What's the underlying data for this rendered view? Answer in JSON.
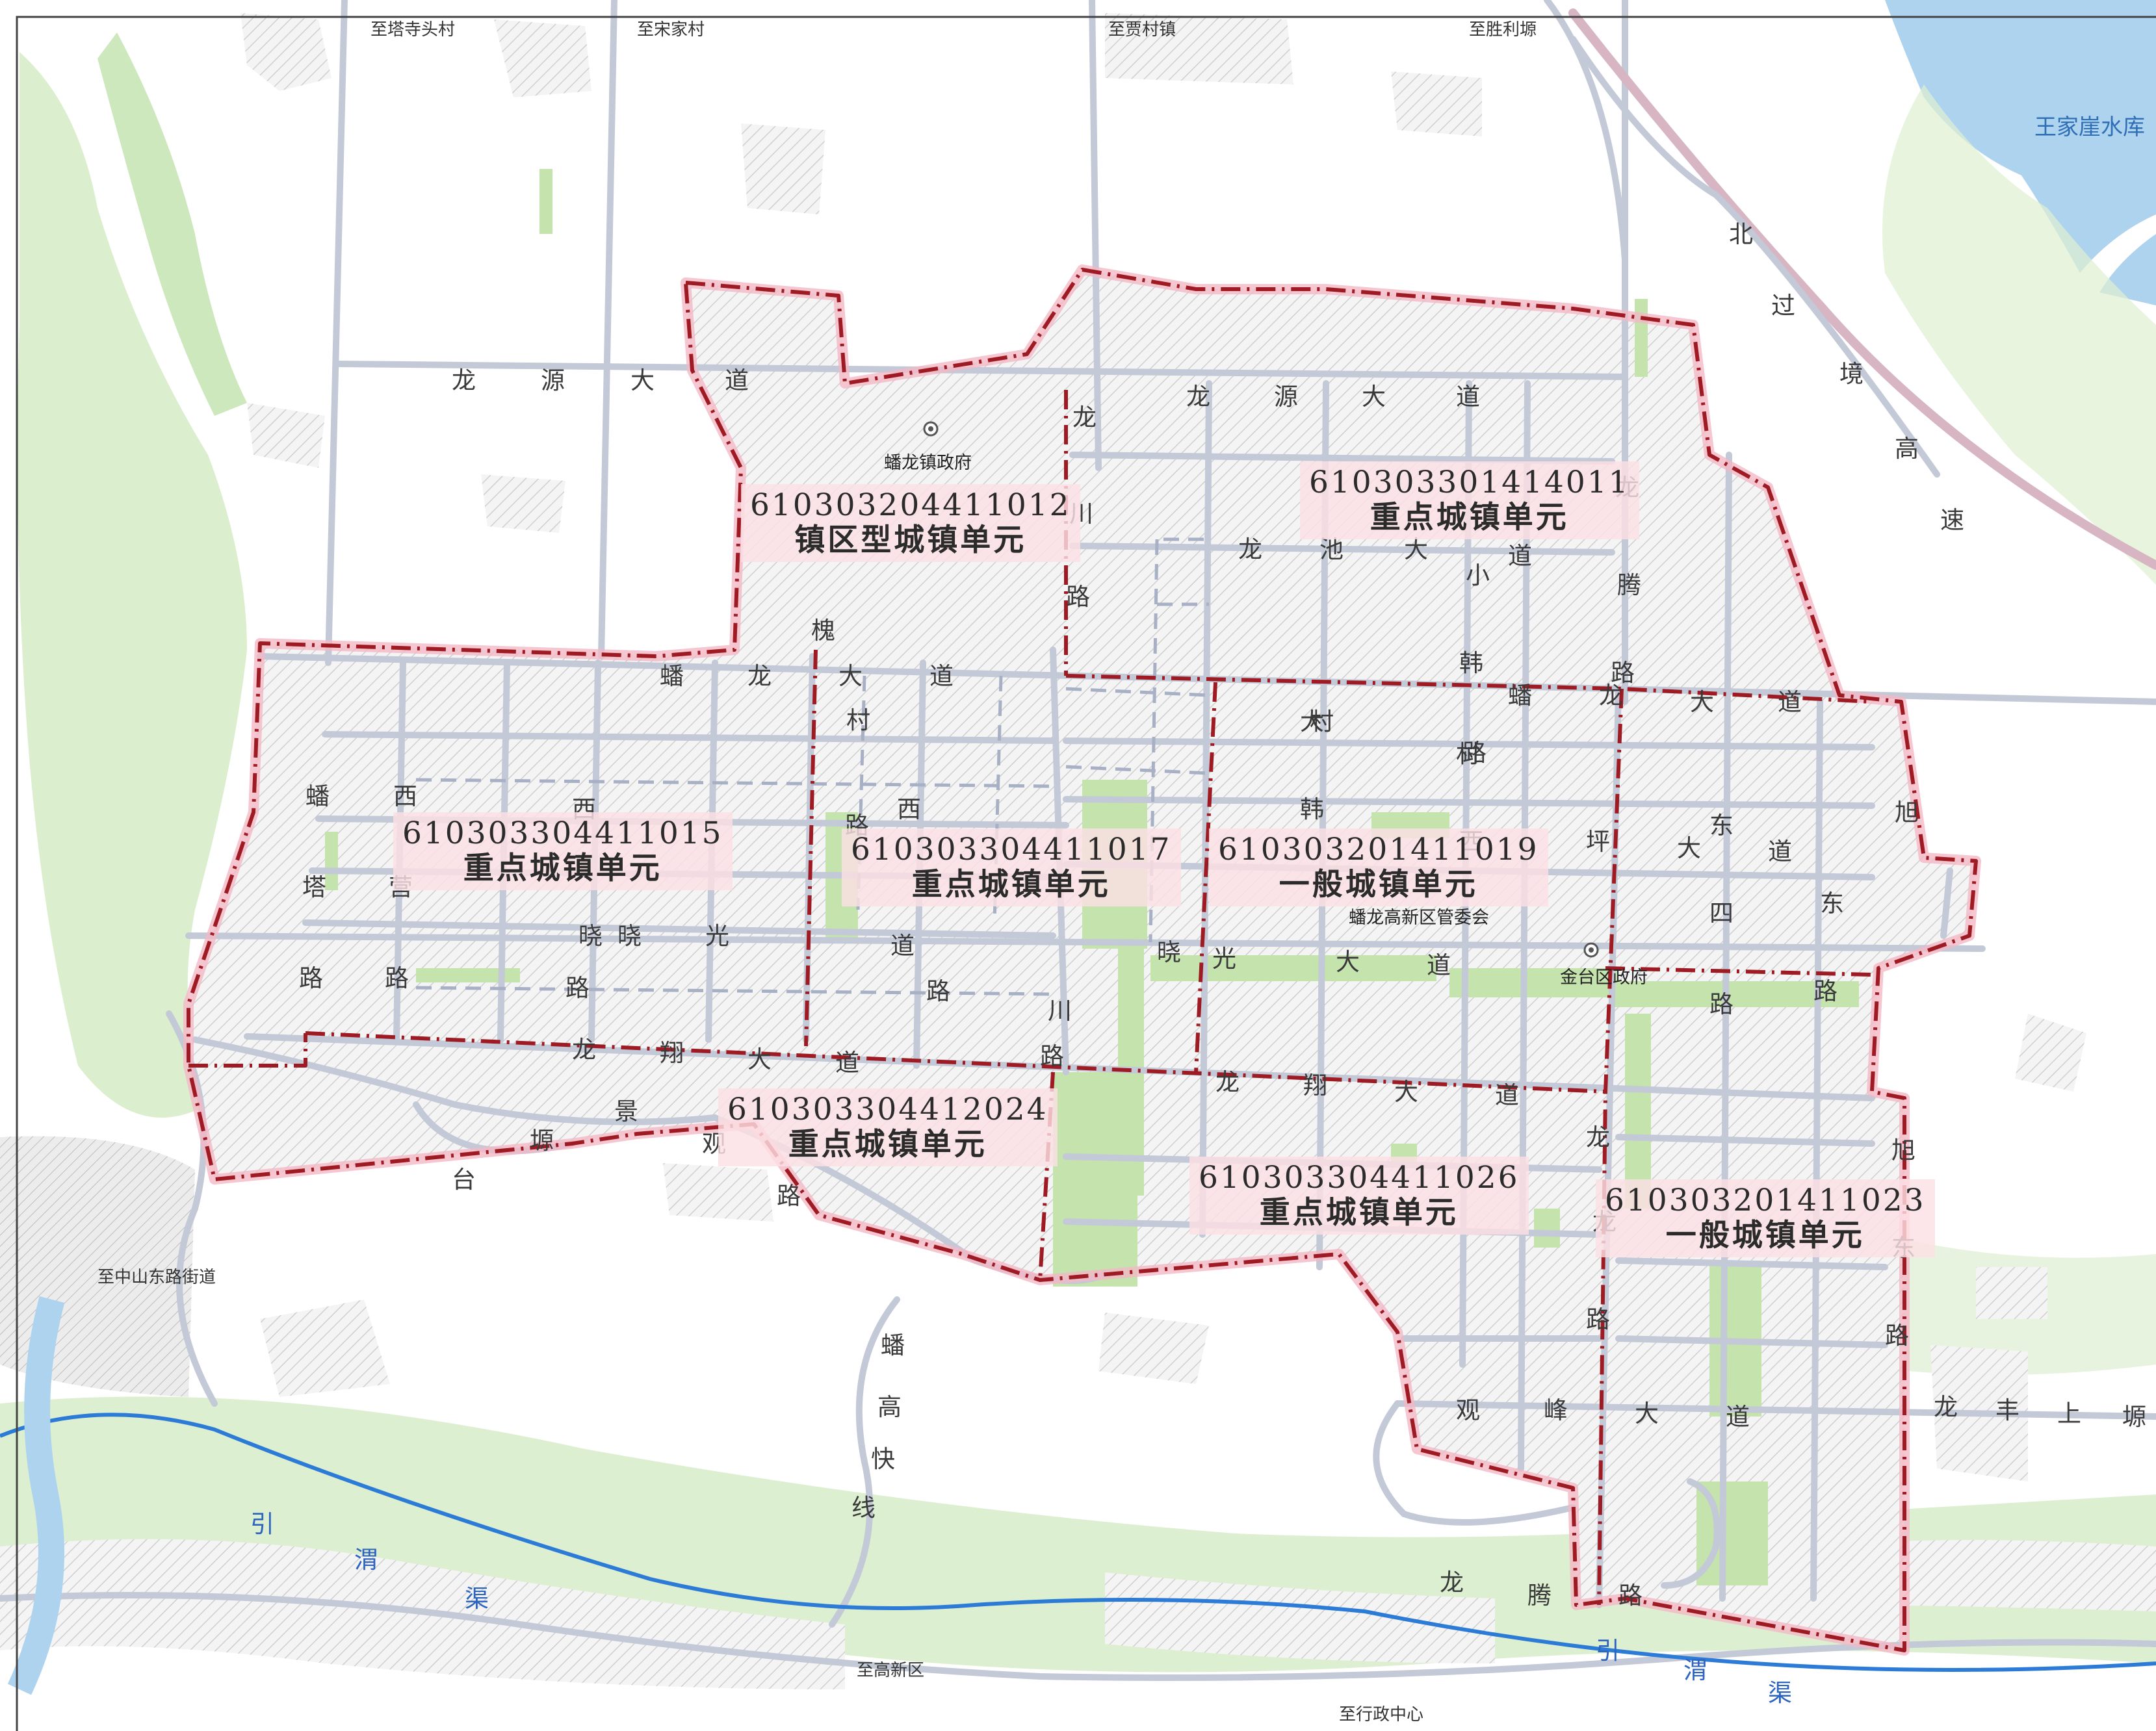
{
  "colors": {
    "background": "#ffffff",
    "green_space": "#cfe8bd",
    "water": "#aed3ef",
    "canal": "#2c7bd6",
    "road": "#c6ccd8",
    "boundary": "#9e1b23",
    "boundary_glow": "#f4b8c6",
    "unit_label_bg": "#fce1e4",
    "hatch": "#d0d0d0"
  },
  "destinations": {
    "tasitoucun": "至塔寺头村",
    "songjiacun": "至宋家村",
    "jiacunzhen": "至贾村镇",
    "shengliyuan": "至胜利塬",
    "zhongshan": "至中山东路街道",
    "gaoxinqu": "至高新区",
    "xingzheng": "至行政中心"
  },
  "pois": {
    "panlong_gov": "蟠龙镇政府",
    "panlong_committee": "蟠龙高新区管委会",
    "jintai_gov": "金台区政府"
  },
  "reservoir": "王家崖水库",
  "roads": {
    "longyuan_w": [
      "龙",
      "源",
      "大",
      "道"
    ],
    "longyuan_e": [
      "龙",
      "源",
      "大",
      "道"
    ],
    "huaichuan": [
      "川",
      "路",
      "槐",
      "村",
      "路"
    ],
    "longchi": [
      "龙",
      "池",
      "大",
      "道"
    ],
    "xiaohan": [
      "小",
      "韩",
      "村",
      "路"
    ],
    "panlong": [
      "蟠",
      "龙",
      "大",
      "道"
    ],
    "panlong_e": [
      "蟠",
      "龙",
      "大",
      "道"
    ],
    "longteng": [
      "龙",
      "腾",
      "路"
    ],
    "dacun": [
      "大",
      "村"
    ],
    "hanxi": [
      "韩",
      "西"
    ],
    "panta": [
      "蟠",
      "塔",
      "路"
    ],
    "xiying": [
      "西",
      "营",
      "路"
    ],
    "xi_xiao": [
      "西",
      "晓",
      "路"
    ],
    "xiaoguang_w": [
      "晓",
      "光",
      "道",
      "路"
    ],
    "xiaoguang_e": [
      "晓",
      "光",
      "大",
      "道"
    ],
    "xi_mid": [
      "西",
      "川",
      "路"
    ],
    "xuguang": [
      "旭",
      "东",
      "路",
      "路"
    ],
    "dongdao": [
      "东",
      "大",
      "道"
    ],
    "sidong": [
      "四",
      "东"
    ],
    "huaping": [
      "坪"
    ],
    "longxiang_w": [
      "龙",
      "翔",
      "大",
      "道"
    ],
    "longxiang_e": [
      "龙",
      "翔",
      "大",
      "道"
    ],
    "jingguan": [
      "景",
      "观",
      "路"
    ],
    "guanyuan": [
      "塬",
      "台"
    ],
    "guanfeng": [
      "观",
      "峰",
      "大",
      "道"
    ],
    "longfeng": [
      "龙",
      "丰",
      "上",
      "塬"
    ],
    "longteng_s": [
      "龙",
      "腾",
      "路"
    ],
    "beiguo": [
      "北",
      "过",
      "境",
      "高",
      "速"
    ],
    "pangao": [
      "蟠",
      "高",
      "快",
      "线"
    ],
    "longteng_road": [
      "龙",
      "路"
    ]
  },
  "canal": [
    "引",
    "渭",
    "渠",
    "引",
    "渭",
    "渠"
  ],
  "units": [
    {
      "code": "610303204411012",
      "type": "镇区型城镇单元"
    },
    {
      "code": "610303301414011",
      "type": "重点城镇单元"
    },
    {
      "code": "610303304411015",
      "type": "重点城镇单元"
    },
    {
      "code": "610303304411017",
      "type": "重点城镇单元"
    },
    {
      "code": "610303201411019",
      "type": "一般城镇单元"
    },
    {
      "code": "610303304412024",
      "type": "重点城镇单元"
    },
    {
      "code": "610303304411026",
      "type": "重点城镇单元"
    },
    {
      "code": "610303201411023",
      "type": "一般城镇单元"
    }
  ]
}
